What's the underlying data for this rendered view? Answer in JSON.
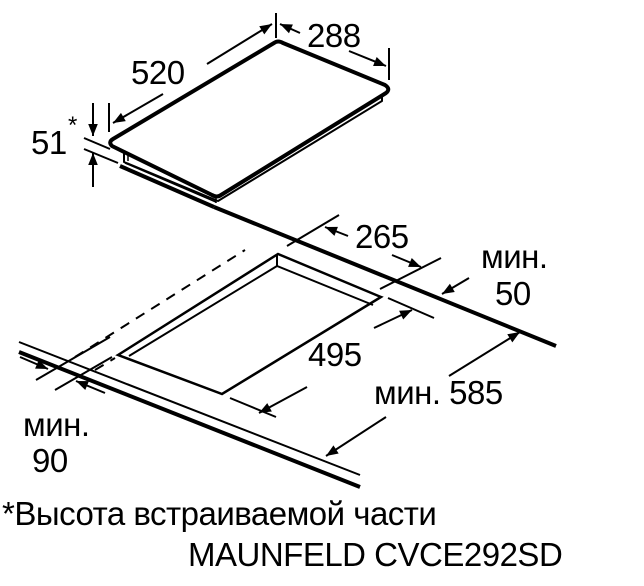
{
  "diagram": {
    "subject": "Cooktop installation dimensions",
    "unit": "mm",
    "appliance": {
      "width_label": "520",
      "depth_label": "288",
      "height_label": "51",
      "height_marker": "*"
    },
    "cutout": {
      "width_label": "495",
      "depth_label": "265"
    },
    "clearances": {
      "rear_prefix": "мин.",
      "rear_value": "50",
      "front_prefix": "мин.",
      "front_value": "90",
      "counter_depth_prefix": "мин.",
      "counter_depth_value": "585",
      "counter_depth_label": "мин. 585"
    },
    "footnote": "*Высота встраиваемой части",
    "model": "MAUNFELD CVCE292SD"
  }
}
